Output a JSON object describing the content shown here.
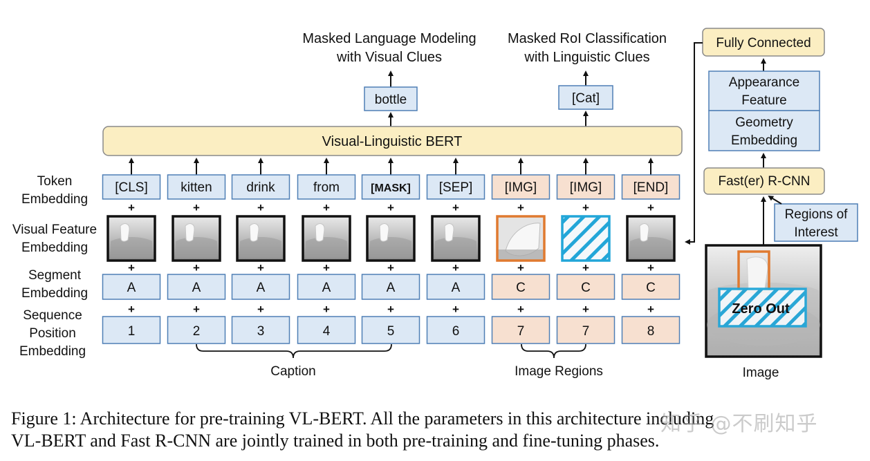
{
  "outputs": {
    "mlm_line1": "Masked Language Modeling",
    "mlm_line2": "with Visual Clues",
    "mrc_line1": "Masked RoI Classification",
    "mrc_line2": "with Linguistic Clues",
    "bottle": "bottle",
    "cat": "[Cat]"
  },
  "bert_label": "Visual-Linguistic BERT",
  "row_labels": {
    "token": [
      "Token",
      "Embedding"
    ],
    "visual": [
      "Visual Feature",
      "Embedding"
    ],
    "segment": [
      "Segment",
      "Embedding"
    ],
    "position": [
      "Sequence",
      "Position",
      "Embedding"
    ]
  },
  "tokens": [
    "[CLS]",
    "kitten",
    "drink",
    "from",
    "[MASK]",
    "[SEP]",
    "[IMG]",
    "[IMG]",
    "[END]"
  ],
  "segments": [
    "A",
    "A",
    "A",
    "A",
    "A",
    "A",
    "C",
    "C",
    "C"
  ],
  "positions": [
    "1",
    "2",
    "3",
    "4",
    "5",
    "6",
    "7",
    "7",
    "8"
  ],
  "plus": "+",
  "group_labels": {
    "caption": "Caption",
    "image_regions": "Image Regions"
  },
  "right_panel": {
    "fully_connected": "Fully Connected",
    "appearance": [
      "Appearance",
      "Feature"
    ],
    "geometry": [
      "Geometry",
      "Embedding"
    ],
    "rcnn": "Fast(er) R-CNN",
    "roi": [
      "Regions of",
      "Interest"
    ],
    "zero_out": "Zero Out",
    "image_label": "Image"
  },
  "caption_line1": "Figure 1: Architecture for pre-training VL-BERT. All the parameters in this architecture including",
  "caption_line2": "VL-BERT and Fast R-CNN are jointly trained in both pre-training and fine-tuning phases.",
  "watermark": "知乎 @不刷知乎",
  "colors": {
    "blue_fill": "#dce8f5",
    "blue_stroke": "#4f7fb5",
    "peach_fill": "#f7e0d0",
    "yellow_fill": "#fbeec2",
    "yellow_stroke": "#8a8a8a",
    "orange": "#e07a30",
    "cyan": "#22a6d8"
  }
}
